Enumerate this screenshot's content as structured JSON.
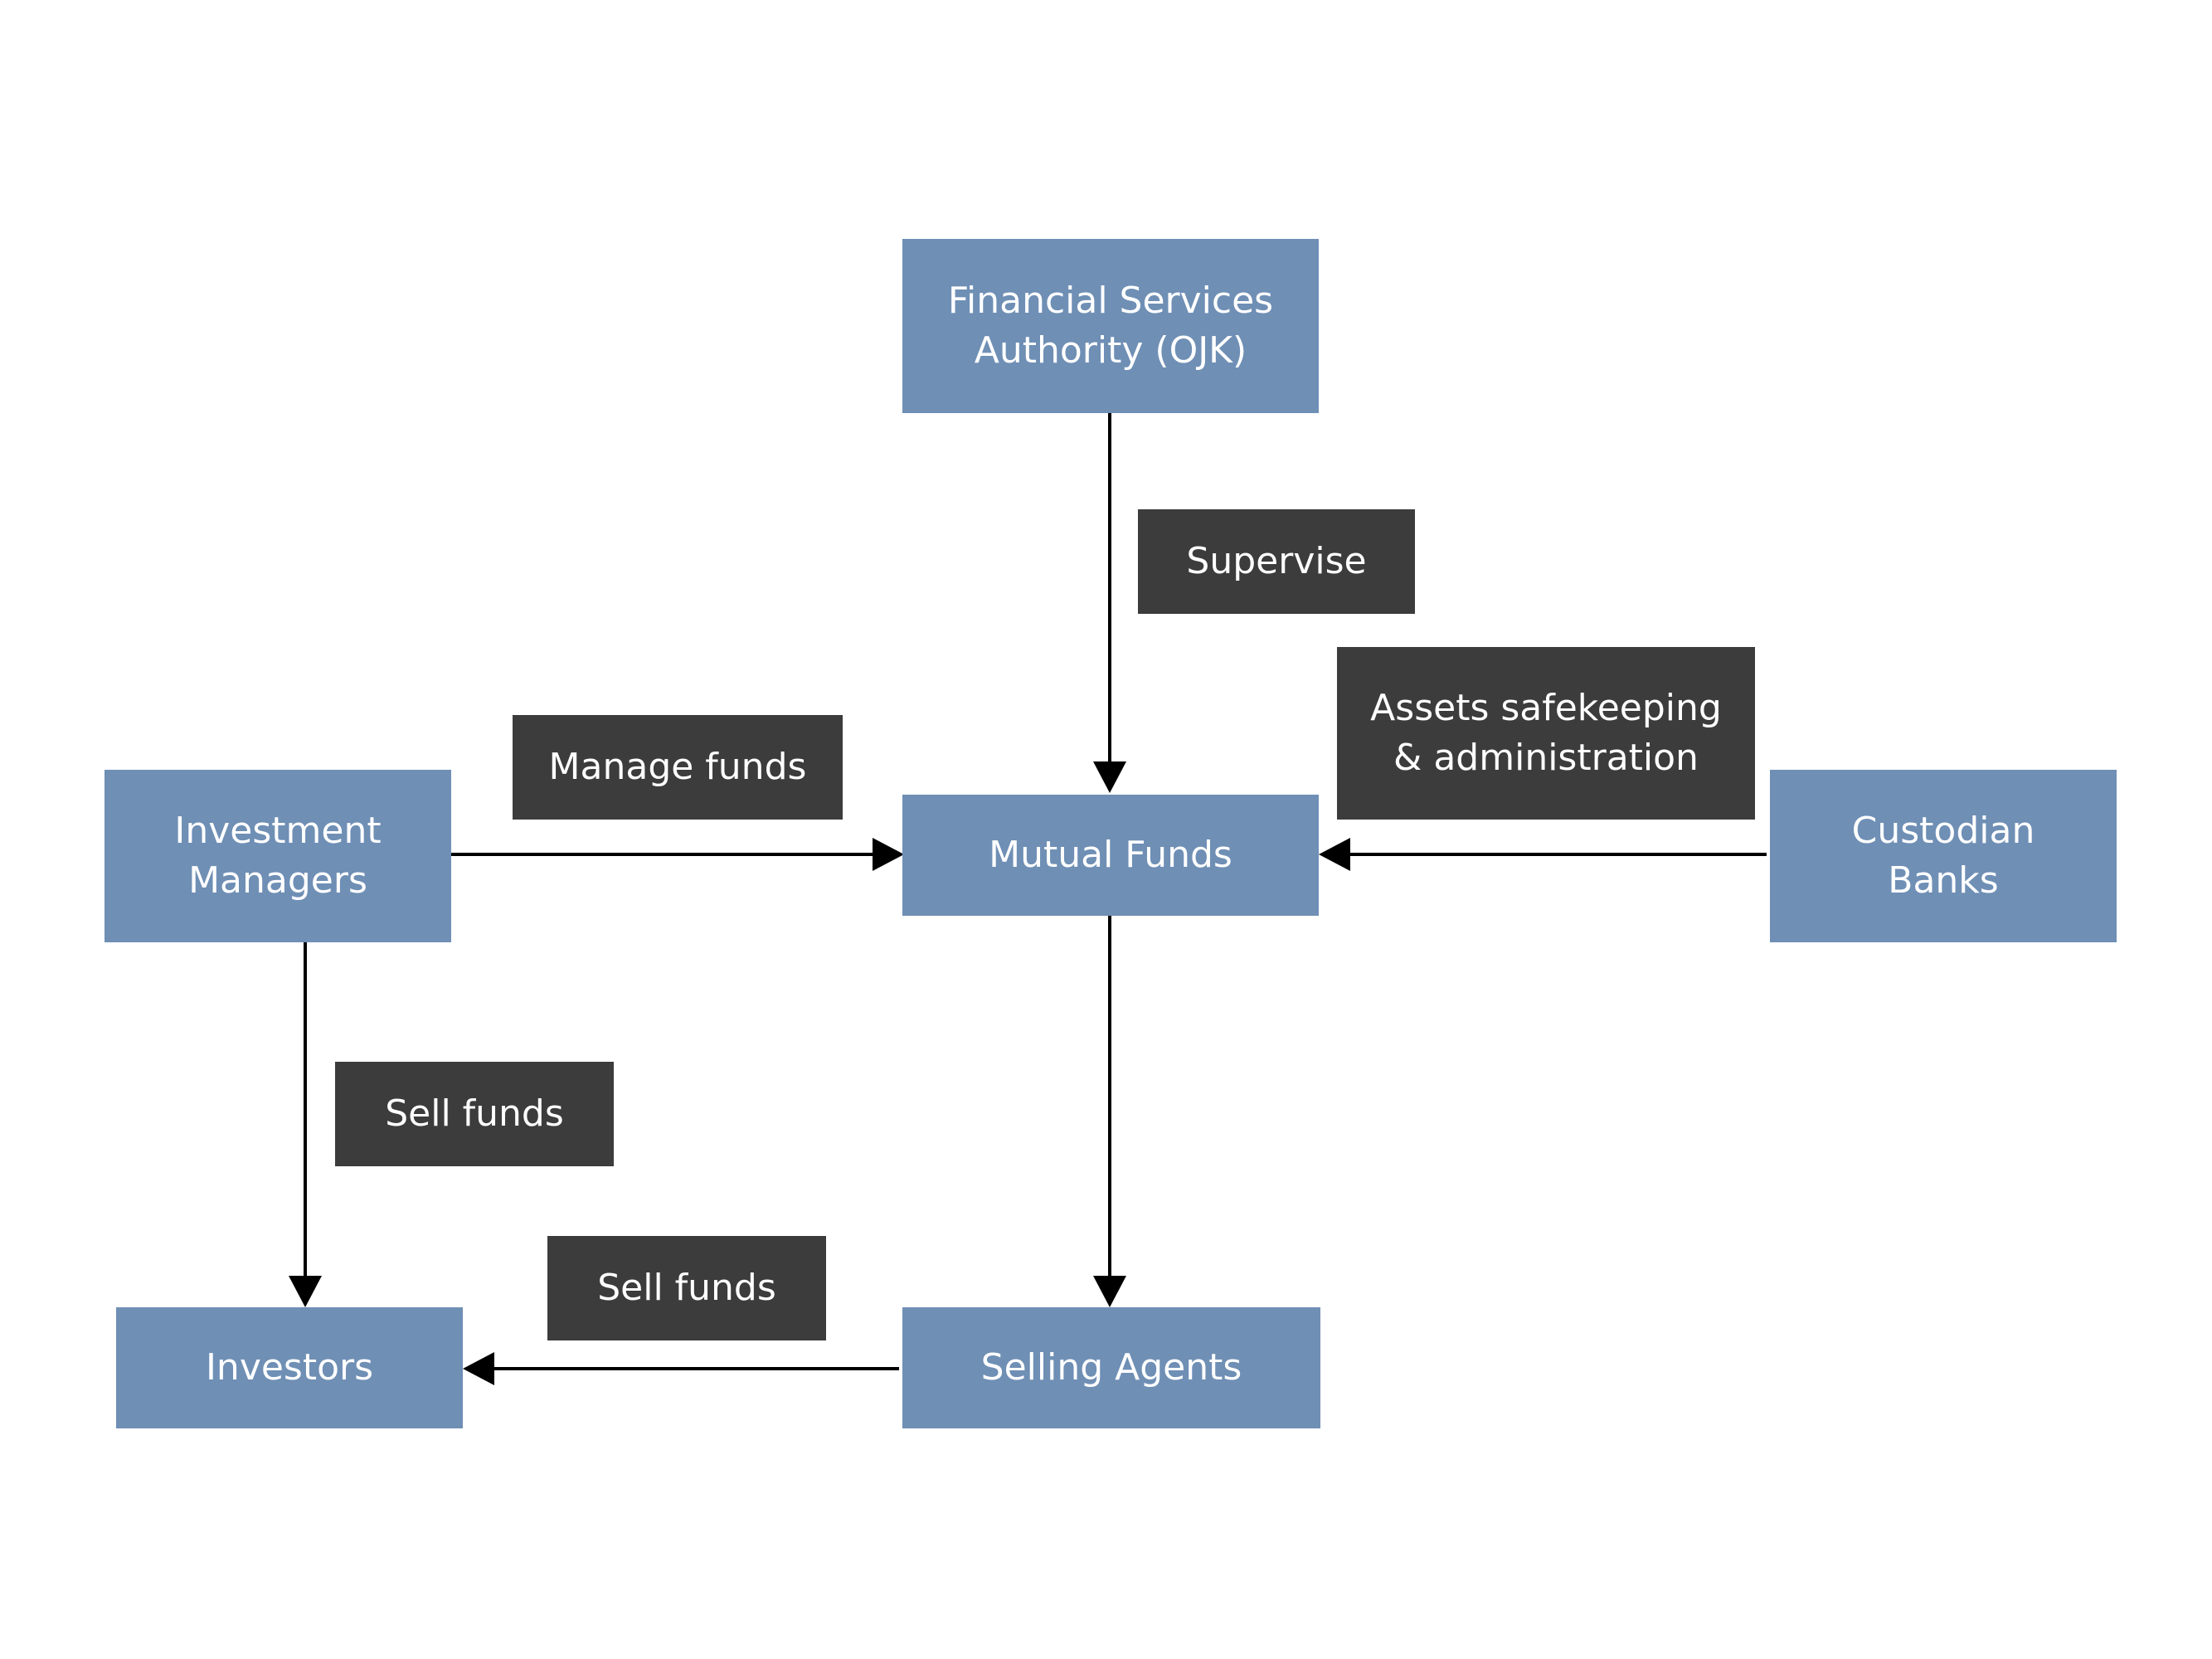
{
  "colors": {
    "entity_fill": "#6f8fb5",
    "relation_fill": "#3c3c3c",
    "text": "#ffffff",
    "connector": "#000000"
  },
  "nodes": {
    "ojk": "Financial Services\nAuthority (OJK)",
    "mutual_funds": "Mutual Funds",
    "investment_managers": "Investment\nManagers",
    "custodian_banks": "Custodian\nBanks",
    "investors": "Investors",
    "selling_agents": "Selling Agents"
  },
  "relations": {
    "supervise": "Supervise",
    "manage_funds": "Manage funds",
    "assets_safekeeping": "Assets safekeeping\n& administration",
    "sell_funds_managers": "Sell funds",
    "sell_funds_agents": "Sell funds"
  },
  "edges": [
    {
      "from": "ojk",
      "to": "mutual_funds",
      "label": "supervise"
    },
    {
      "from": "investment_managers",
      "to": "mutual_funds",
      "label": "manage_funds"
    },
    {
      "from": "custodian_banks",
      "to": "mutual_funds",
      "label": "assets_safekeeping"
    },
    {
      "from": "investment_managers",
      "to": "investors",
      "label": "sell_funds_managers"
    },
    {
      "from": "mutual_funds",
      "to": "selling_agents",
      "label": ""
    },
    {
      "from": "selling_agents",
      "to": "investors",
      "label": "sell_funds_agents"
    }
  ]
}
